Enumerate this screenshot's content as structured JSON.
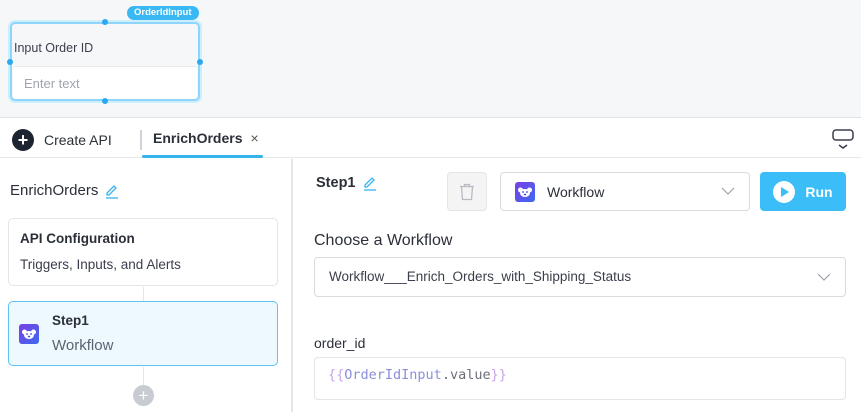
{
  "canvas": {
    "widget": {
      "tag": "OrderIdInput",
      "label": "Input Order ID",
      "placeholder": "Enter text"
    }
  },
  "tabbar": {
    "create_api_label": "Create API",
    "tabs": [
      {
        "label": "EnrichOrders",
        "close_icon": "×",
        "active": true
      }
    ]
  },
  "sidebar": {
    "title": "EnrichOrders",
    "config_card": {
      "title": "API Configuration",
      "subtitle": "Triggers, Inputs, and Alerts"
    },
    "steps": [
      {
        "title": "Step1",
        "type": "Workflow",
        "selected": true
      }
    ],
    "add_step_icon": "+"
  },
  "main": {
    "step_title": "Step1",
    "step_type": "Workflow",
    "run_label": "Run",
    "choose_label": "Choose a Workflow",
    "workflow_value": "Workflow___Enrich_Orders_with_Shipping_Status",
    "param": {
      "name": "order_id",
      "value_open": "{{",
      "value_ident": "OrderIdInput",
      "value_prop": ".value",
      "value_close": "}}"
    }
  },
  "colors": {
    "accent": "#3bbef7",
    "selected_bg": "#eef9fe",
    "dark": "#1e2532"
  }
}
